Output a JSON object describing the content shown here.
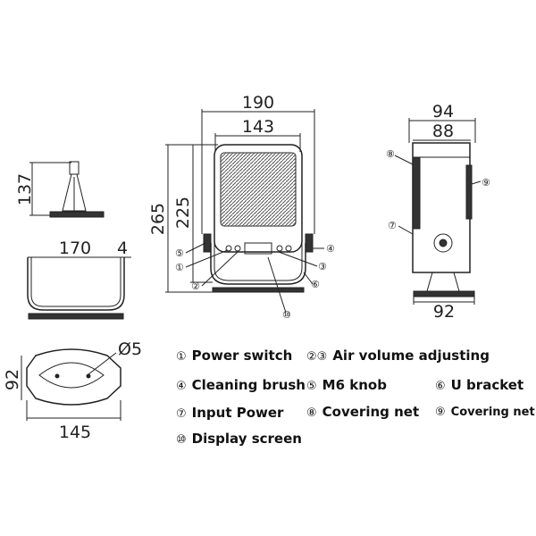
{
  "dimensions": {
    "front_total_width": "190",
    "front_inner_width": "143",
    "front_height_outer": "265",
    "front_height_inner": "225",
    "side_width_outer": "94",
    "side_width_inner": "88",
    "side_base": "92",
    "bracket_height": "137",
    "ubracket_width": "170",
    "ubracket_thickness": "4",
    "base_width": "145",
    "base_height": "92",
    "hole_dia": "Ø5"
  },
  "callouts": {
    "c1": "①",
    "c2": "②",
    "c3": "③",
    "c4": "④",
    "c5": "⑤",
    "c6": "⑥",
    "c7": "⑦",
    "c8": "⑧",
    "c9": "⑨",
    "c10": "⑩"
  },
  "legend": [
    {
      "num": "①",
      "label": "Power switch"
    },
    {
      "num": "②③",
      "label": "Air volume adjusting"
    },
    {
      "num": "④",
      "label": "Cleaning brush"
    },
    {
      "num": "⑤",
      "label": "M6 knob"
    },
    {
      "num": "⑥",
      "label": "U bracket"
    },
    {
      "num": "⑦",
      "label": "Input Power"
    },
    {
      "num": "⑧",
      "label": "Covering net"
    },
    {
      "num": "⑨",
      "label": "Covering net"
    },
    {
      "num": "⑩",
      "label": "Display screen"
    }
  ]
}
